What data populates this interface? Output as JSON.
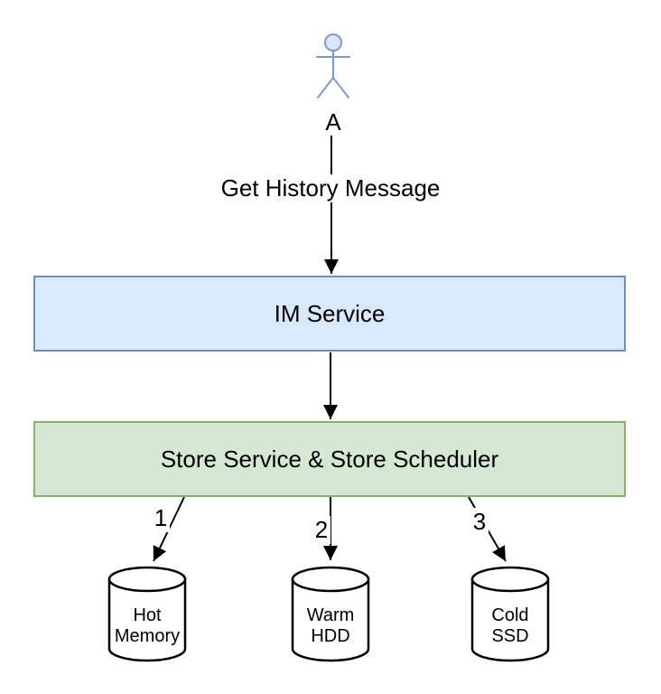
{
  "diagram": {
    "actor": {
      "name": "A"
    },
    "edge_labels": {
      "actor_to_im": "Get History Message",
      "store_to_hot": "1",
      "store_to_warm": "2",
      "store_to_cold": "3"
    },
    "nodes": {
      "im_service": {
        "label": "IM Service"
      },
      "store_service": {
        "label": "Store Service & Store Scheduler"
      },
      "hot_memory": {
        "line1": "Hot",
        "line2": "Memory"
      },
      "warm_hdd": {
        "line1": "Warm",
        "line2": "HDD"
      },
      "cold_ssd": {
        "line1": "Cold",
        "line2": "SSD"
      }
    },
    "colors": {
      "im_fill": "#dae8fc",
      "im_border": "#6c8ebf",
      "store_fill": "#d5e8d4",
      "store_border": "#82b366",
      "actor_stroke": "#7d99cc",
      "actor_fill": "#dae8fc",
      "connector": "#000000",
      "cylinder_fill": "#ffffff",
      "cylinder_stroke": "#000000"
    }
  }
}
